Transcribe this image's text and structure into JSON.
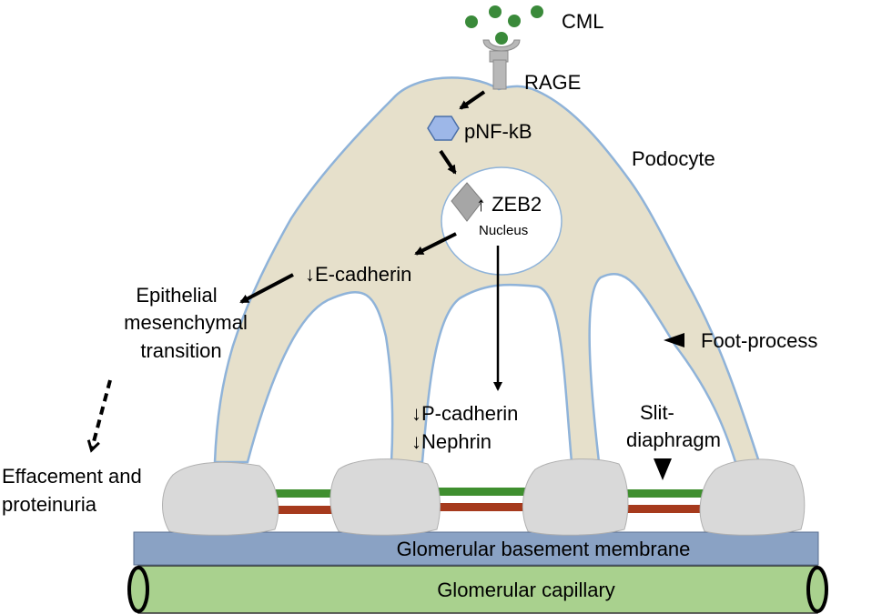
{
  "ligand": {
    "label": "CML"
  },
  "receptor": {
    "label": "RAGE"
  },
  "signal": {
    "label": "pNF-kB"
  },
  "cell": {
    "label": "Podocyte"
  },
  "nucleus": {
    "label": "Nucleus",
    "marker": "↑ ZEB2"
  },
  "effects": {
    "e_cadherin": "↓E-cadherin",
    "p_cadherin": "↓P-cadherin",
    "nephrin": "↓Nephrin"
  },
  "emt": {
    "lines": [
      "Epithelial",
      "mesenchymal",
      "transition"
    ]
  },
  "outcome": {
    "lines": [
      "Effacement and",
      "proteinuria"
    ]
  },
  "foot_process": {
    "label": "Foot-process"
  },
  "slit_diaphragm": {
    "lines": [
      "Slit-",
      "diaphragm"
    ]
  },
  "gbm": {
    "label": "Glomerular basement membrane"
  },
  "capillary": {
    "label": "Glomerular capillary"
  },
  "colors": {
    "cell_fill": "#e6e0cb",
    "cell_outline": "#8fb3d9",
    "ligand": "#3a8a3a",
    "pnfkb": "#9db7e8",
    "zeb2": "#a6a6a6",
    "foot_pad": "#d9d9d9",
    "slit_green": "#3f8f2f",
    "slit_red": "#a63a1d",
    "gbm": "#8aa2c4",
    "capillary": "#a9d18e"
  }
}
